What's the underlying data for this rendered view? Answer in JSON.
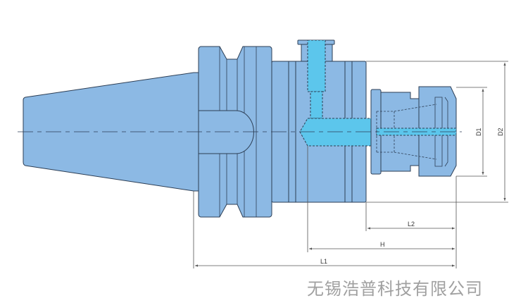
{
  "drawing": {
    "title": "Tool holder with collet chuck and coolant channel",
    "dimensions": {
      "d1": "D1",
      "d2": "D2",
      "l1": "L1",
      "l2": "L2",
      "h": "H"
    },
    "colors": {
      "body": "#8cb9e4",
      "coolant": "#5cc6ec",
      "lines": "#2c3e55"
    }
  },
  "company": "无锡浩普科技有限公司"
}
